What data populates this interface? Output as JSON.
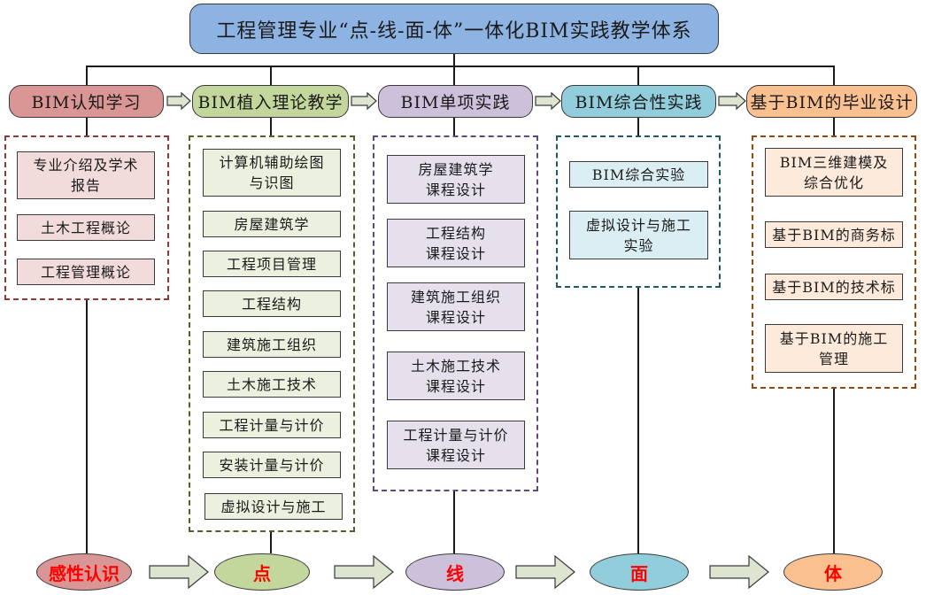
{
  "title": "工程管理专业“点-线-面-体”一体化BIM实践教学体系",
  "colors": {
    "title_fill": "#8db3e2",
    "stage_1": "#da9694",
    "stage_2": "#c3d69b",
    "stage_3": "#ccc0da",
    "stage_4": "#92cddc",
    "stage_5": "#fac090",
    "arrow_fill": "#dde4cf",
    "oval_text": "#ff0000"
  },
  "stages": [
    {
      "label": "BIM认知学习",
      "items": [
        "专业介绍及学术\n报告",
        "土木工程概论",
        "工程管理概论"
      ],
      "outcome": "感性认识"
    },
    {
      "label": "BIM植入理论教学",
      "items": [
        "计算机辅助绘图\n与识图",
        "房屋建筑学",
        "工程项目管理",
        "工程结构",
        "建筑施工组织",
        "土木施工技术",
        "工程计量与计价",
        "安装计量与计价",
        "虚拟设计与施工"
      ],
      "outcome": "点"
    },
    {
      "label": "BIM单项实践",
      "items": [
        "房屋建筑学\n课程设计",
        "工程结构\n课程设计",
        "建筑施工组织\n课程设计",
        "土木施工技术\n课程设计",
        "工程计量与计价\n课程设计"
      ],
      "outcome": "线"
    },
    {
      "label": "BIM综合性实践",
      "items": [
        "BIM综合实验",
        "虚拟设计与施工\n实验"
      ],
      "outcome": "面"
    },
    {
      "label": "基于BIM的毕业设计",
      "items": [
        "BIM三维建模及\n综合优化",
        "基于BIM的商务标",
        "基于BIM的技术标",
        "基于BIM的施工\n管理"
      ],
      "outcome": "体"
    }
  ]
}
